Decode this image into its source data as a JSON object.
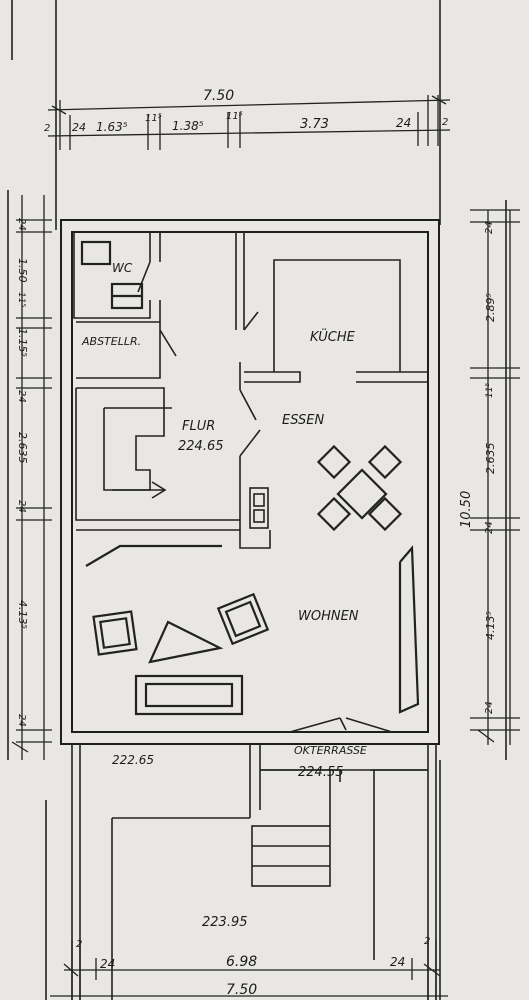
{
  "plan": {
    "rooms": {
      "wc": "WC",
      "abstell": "ABSTELLR.",
      "kuche": "KÜCHE",
      "flur": "FLUR",
      "flur_level": "224.65",
      "essen": "ESSEN",
      "wohnen": "WOHNEN",
      "terrasse": "OKTERRASSE",
      "terrasse_level": "224.55",
      "garden_level": "223.95",
      "outside_level": "222.65"
    },
    "top_dims": {
      "total": "7.50",
      "d1": "2",
      "d2": "24",
      "d3": "1.63⁵",
      "d4": "11⁵",
      "d5": "1.38⁵",
      "d6": "11⁵",
      "d7": "3.73",
      "d8": "24",
      "d9": "2"
    },
    "bottom_dims": {
      "d1": "2",
      "d2": "24",
      "inner": "6.98",
      "d3": "24",
      "d4": "2",
      "total": "7.50"
    },
    "left_dims": {
      "d1": "24",
      "d2": "1.50",
      "d3": "11⁵",
      "d4": "1.15⁵",
      "d5": "24",
      "d6": "2.635",
      "d7": "24",
      "d8": "4.13⁵",
      "d9": "24"
    },
    "right_dims": {
      "d1": "24",
      "d2": "2.89⁵",
      "d3": "11⁵",
      "d4": "2.635",
      "d5": "24",
      "d6": "4.13⁵",
      "d7": "24",
      "total": "10.50"
    }
  }
}
